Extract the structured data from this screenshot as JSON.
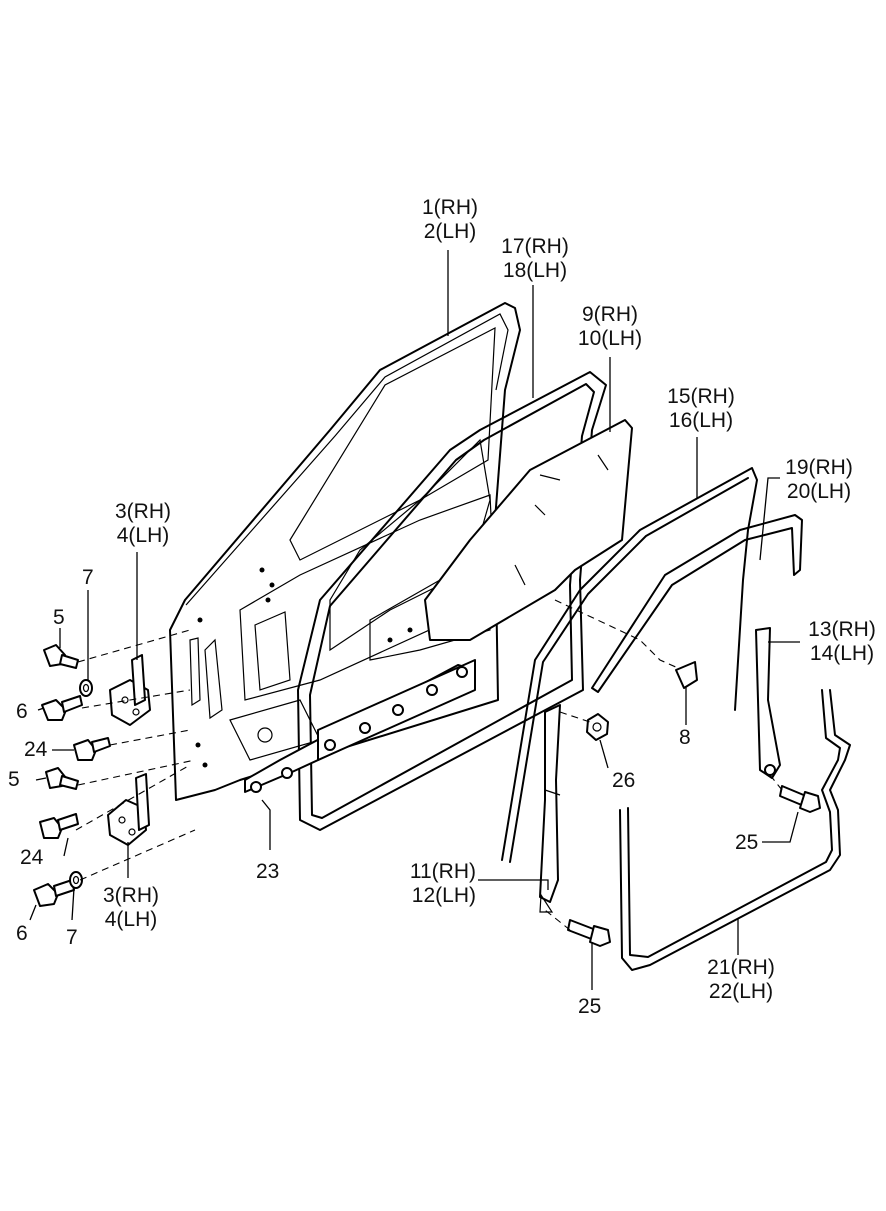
{
  "callouts": {
    "p1": [
      "1(RH)",
      "2(LH)"
    ],
    "p17": [
      "17(RH)",
      "18(LH)"
    ],
    "p9": [
      "9(RH)",
      "10(LH)"
    ],
    "p15": [
      "15(RH)",
      "16(LH)"
    ],
    "p19": [
      "19(RH)",
      "20(LH)"
    ],
    "p13": [
      "13(RH)",
      "14(LH)"
    ],
    "p3_upper": [
      "3(RH)",
      "4(LH)"
    ],
    "p3_lower": [
      "3(RH)",
      "4(LH)"
    ],
    "p11": [
      "11(RH)",
      "12(LH)"
    ],
    "p21": [
      "21(RH)",
      "22(LH)"
    ],
    "p7_upper": "7",
    "p7_lower": "7",
    "p5_upper": "5",
    "p5_lower": "5",
    "p6_upper": "6",
    "p6_lower": "6",
    "p24_upper": "24",
    "p24_lower": "24",
    "p8": "8",
    "p23": "23",
    "p26": "26",
    "p25_right": "25",
    "p25_bottom": "25"
  }
}
